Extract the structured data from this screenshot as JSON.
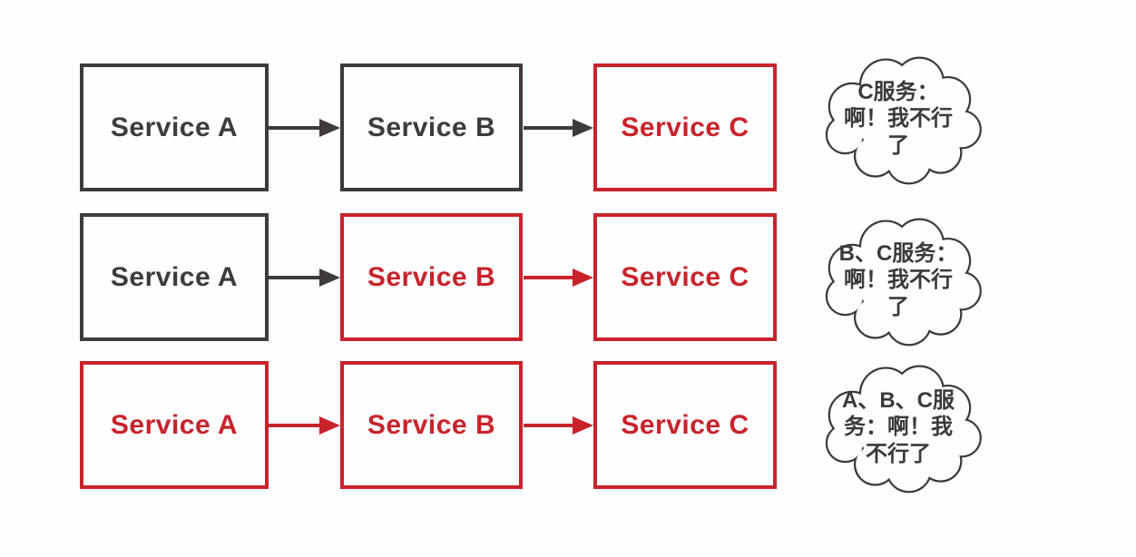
{
  "colors": {
    "ink": "#3a3a3a",
    "healthy": "#3f3b3c",
    "failed": "#c8232b"
  },
  "rows": [
    {
      "boxes": [
        {
          "label": "Service A",
          "state": "ok"
        },
        {
          "label": "Service B",
          "state": "ok"
        },
        {
          "label": "Service C",
          "state": "fail"
        }
      ],
      "arrows": [
        {
          "state": "ok"
        },
        {
          "state": "ok"
        }
      ],
      "cloud": {
        "lines": [
          "C服务：",
          "啊！我不行",
          "了"
        ]
      }
    },
    {
      "boxes": [
        {
          "label": "Service A",
          "state": "ok"
        },
        {
          "label": "Service B",
          "state": "fail"
        },
        {
          "label": "Service C",
          "state": "fail"
        }
      ],
      "arrows": [
        {
          "state": "ok"
        },
        {
          "state": "fail"
        }
      ],
      "cloud": {
        "lines": [
          "B、C服务：",
          "啊！我不行",
          "了"
        ]
      }
    },
    {
      "boxes": [
        {
          "label": "Service A",
          "state": "fail"
        },
        {
          "label": "Service B",
          "state": "fail"
        },
        {
          "label": "Service C",
          "state": "fail"
        }
      ],
      "arrows": [
        {
          "state": "fail"
        },
        {
          "state": "fail"
        }
      ],
      "cloud": {
        "lines": [
          "A、B、C服",
          "务：啊！我",
          "不行了"
        ]
      }
    }
  ]
}
